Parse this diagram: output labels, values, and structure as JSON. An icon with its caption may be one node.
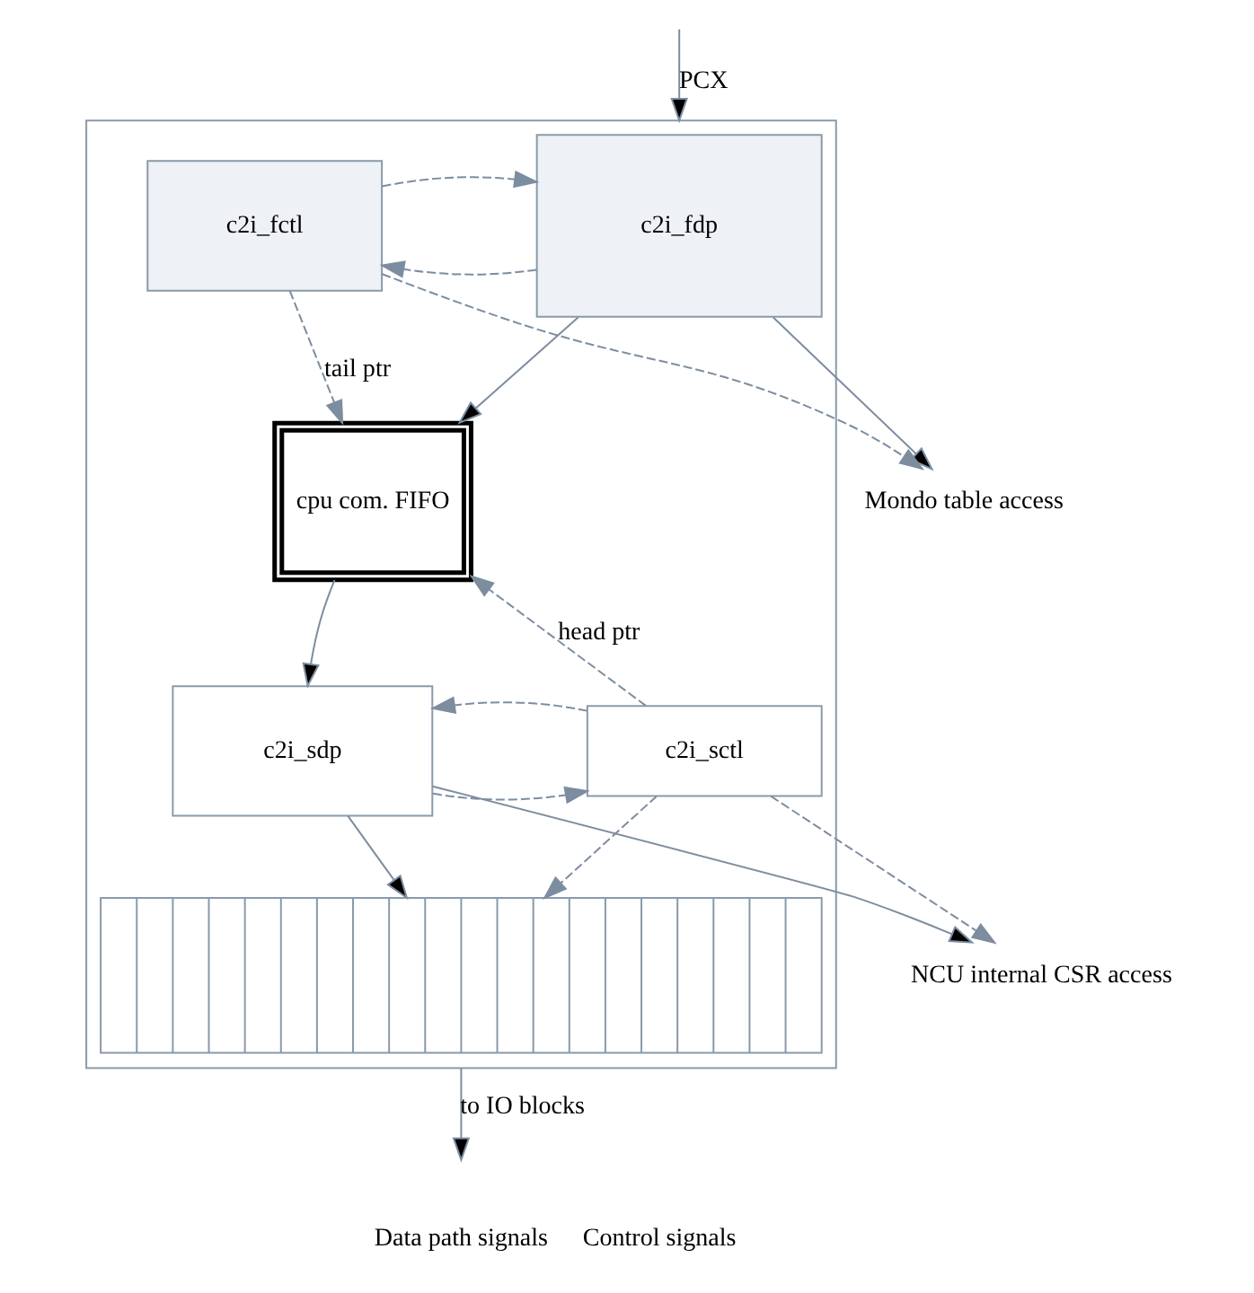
{
  "diagram": {
    "nodes": [
      {
        "text": [],
        "shape": "box"
      },
      {
        "text": [
          "c2i_fdp"
        ],
        "in": 0
      },
      {
        "text": [
          "c2i_fctl"
        ],
        "in": 0
      },
      {
        "text": [
          "cpu com. FIFO"
        ],
        "in": 0
      },
      {
        "text": [
          "c2i_sdp"
        ],
        "in": 0
      },
      {
        "text": [
          "c2i_sctl"
        ],
        "in": 0
      },
      {
        "text": [],
        "shape": "box",
        "in": 0
      },
      {
        "text": [
          "Mondo table access"
        ]
      },
      {
        "text": [
          "NCU internal CSR access"
        ]
      }
    ],
    "edges": [
      {
        "from": null,
        "to": 0,
        "arrow": "to",
        "label": "PCX"
      },
      {
        "from": 1,
        "to": 2,
        "arrow": "to",
        "style": "dashed"
      },
      {
        "from": 2,
        "to": 1,
        "arrow": "to",
        "style": "dashed"
      },
      {
        "from": 2,
        "to": 7,
        "arrow": "to",
        "style": "dashed"
      },
      {
        "from": 1,
        "to": 7,
        "arrow": "to"
      },
      {
        "from": 1,
        "to": 3,
        "arrow": "to"
      },
      {
        "from": 2,
        "to": 3,
        "arrow": "to",
        "style": "dashed",
        "label": "tail ptr"
      },
      {
        "from": 5,
        "to": 3,
        "arrow": "to",
        "style": "dashed",
        "label": "head ptr"
      },
      {
        "from": 3,
        "to": 4,
        "arrow": "to"
      },
      {
        "from": 4,
        "to": 5,
        "arrow": "to",
        "style": "dashed"
      },
      {
        "from": 5,
        "to": 4,
        "arrow": "to",
        "style": "dashed"
      },
      {
        "from": 5,
        "to": 8,
        "arrow": "to",
        "style": "dashed"
      },
      {
        "from": 4,
        "to": 8,
        "arrow": "to"
      },
      {
        "from": 4,
        "to": 6,
        "arrow": "to"
      },
      {
        "from": 5,
        "to": 6,
        "arrow": "to",
        "style": "dashed"
      },
      {
        "from": 0,
        "to": null,
        "arrow": "to",
        "label": "to IO blocks"
      }
    ],
    "legend": [
      {
        "text": "Data path signals"
      },
      {
        "text": "Control signals"
      }
    ]
  }
}
